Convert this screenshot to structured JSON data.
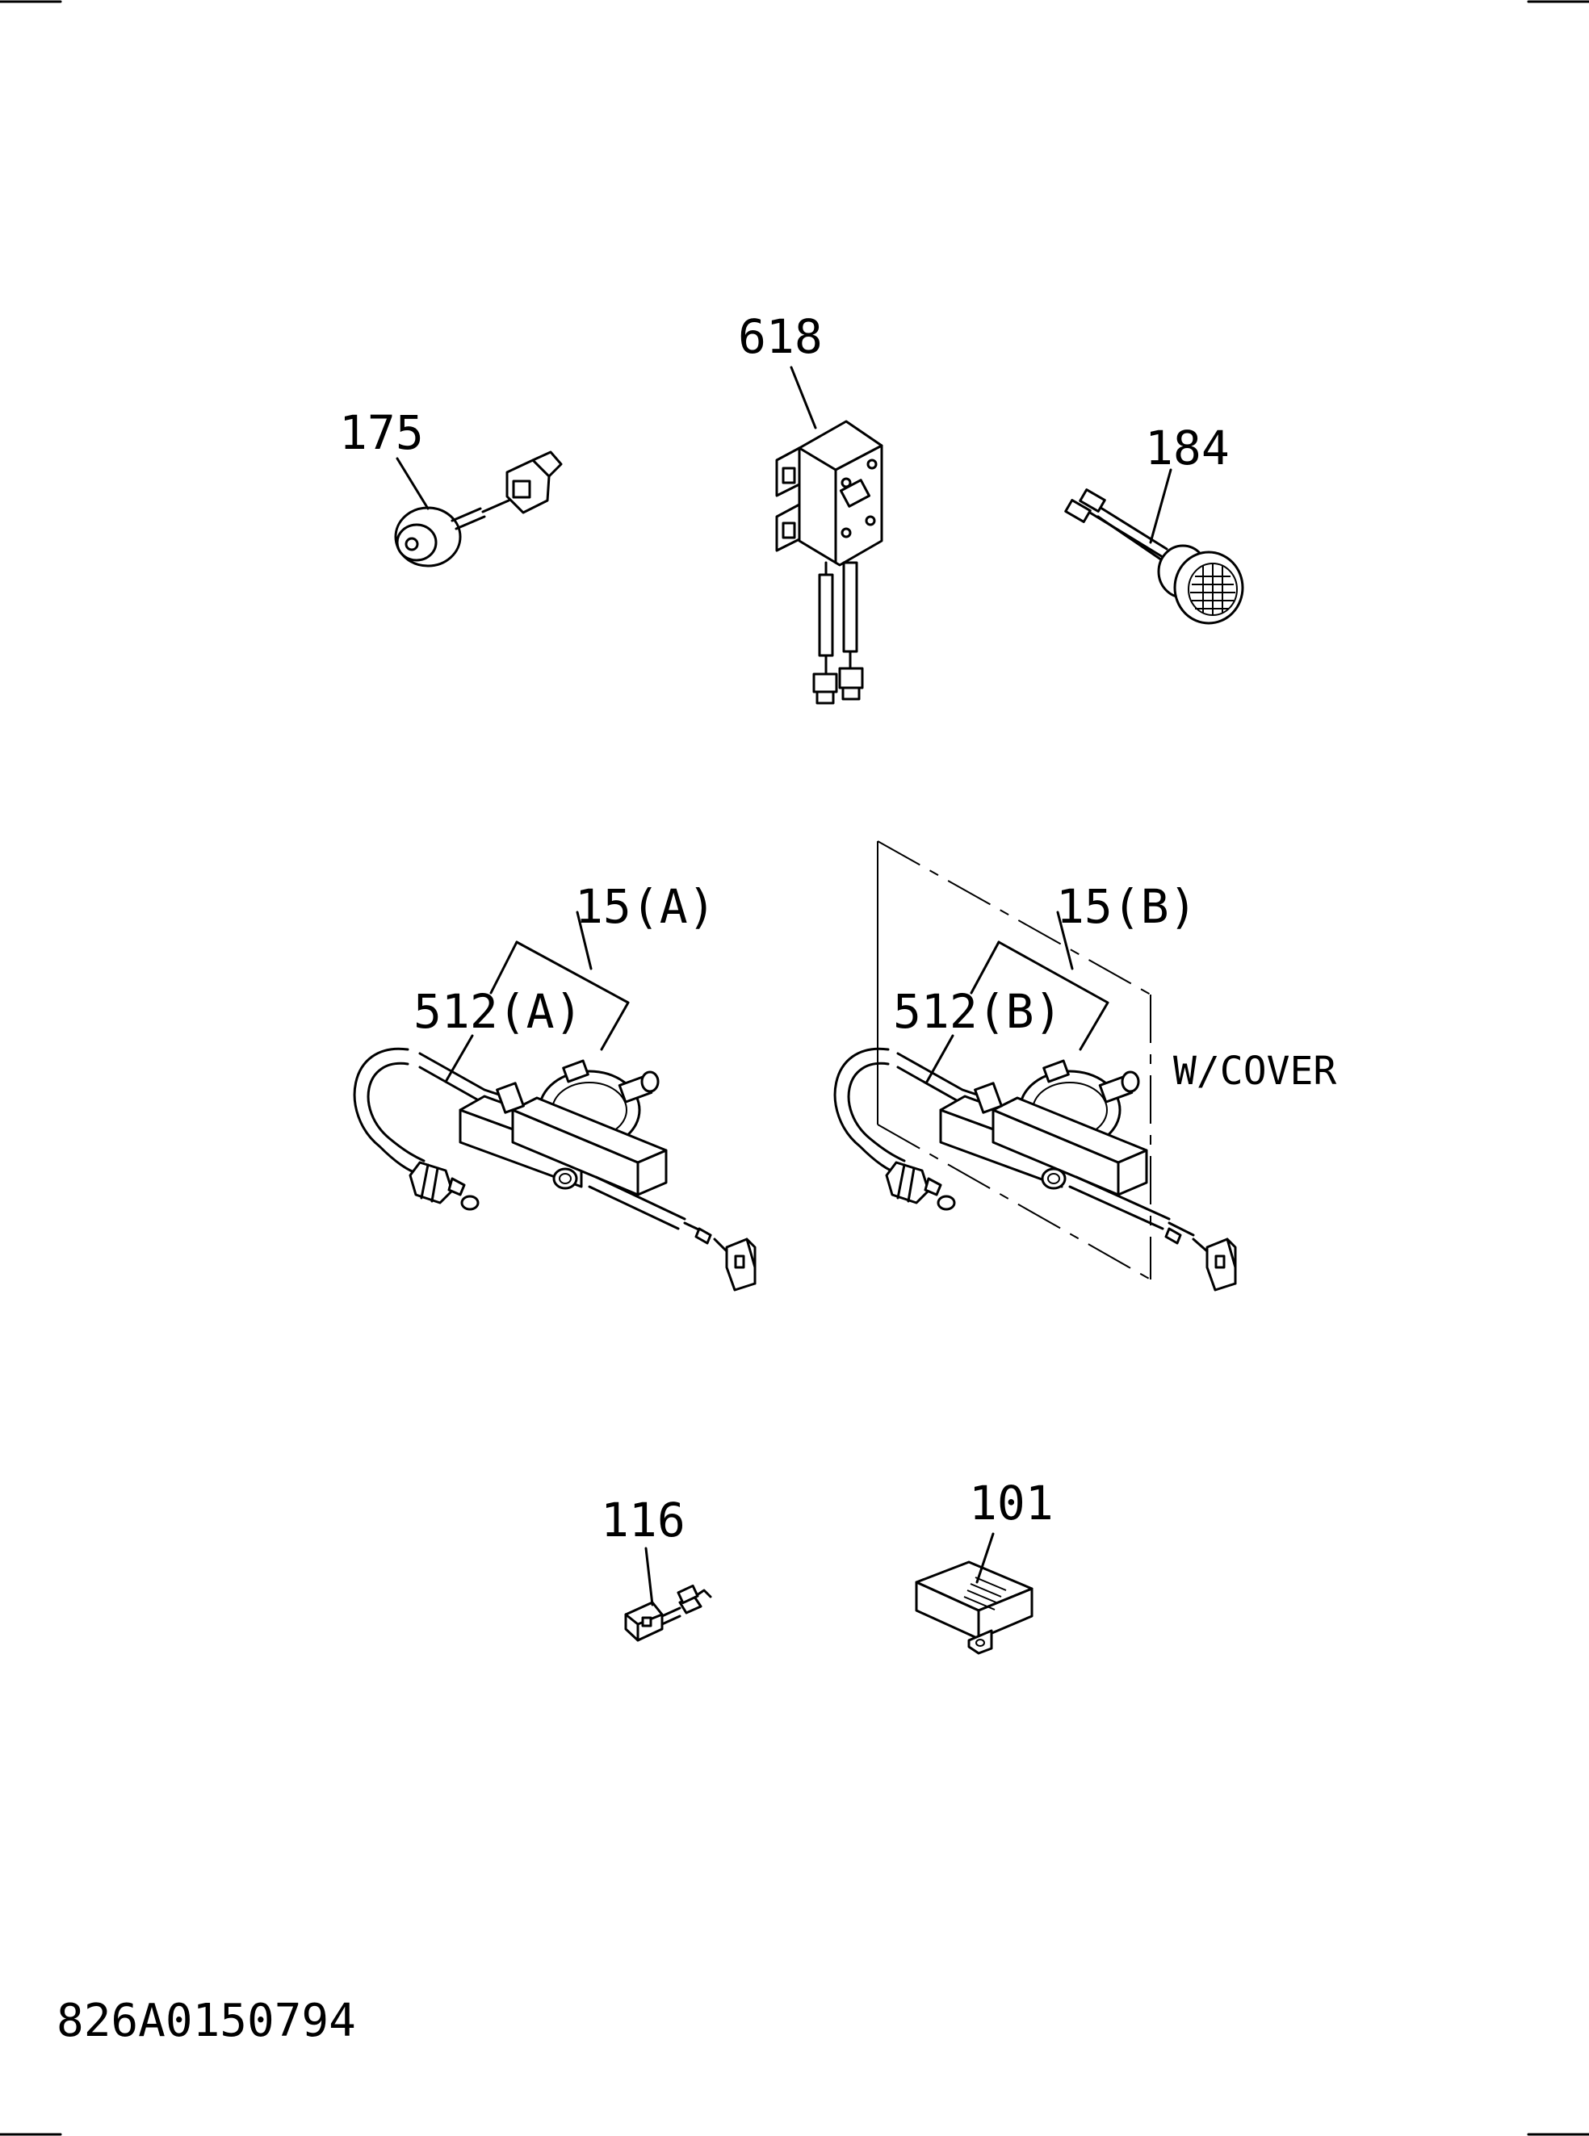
{
  "labels": {
    "part_618": "618",
    "part_175": "175",
    "part_184": "184",
    "part_15a": "15(A)",
    "part_512a": "512(A)",
    "part_15b": "15(B)",
    "part_512b": "512(B)",
    "note_cover": "W/COVER",
    "part_116": "116",
    "part_101": "101",
    "drawing_code": "826A0150794"
  },
  "colors": {
    "ink": "#000000",
    "paper": "#ffffff"
  }
}
